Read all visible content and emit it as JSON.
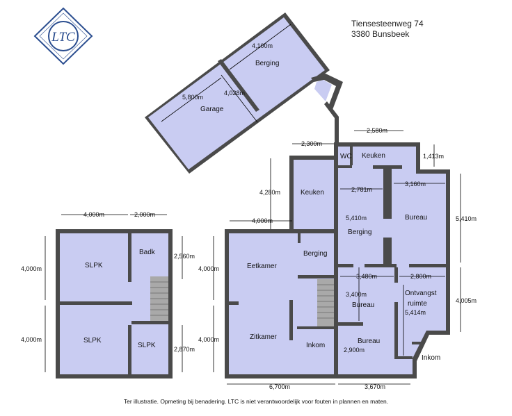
{
  "address": {
    "street": "Tiensesteenweg 74",
    "city": "3380 Bunsbeek"
  },
  "logo": {
    "text": "LTC"
  },
  "footer": "Ter illustratie. Opmeting bij benadering. LTC is niet verantwoordelijk voor fouten in plannen en maten.",
  "colors": {
    "room": "#c9ccf2",
    "wall": "#4a4a4a",
    "stair": "#a9a9a9",
    "logo": "#2a4d8f"
  },
  "rooms": {
    "berging_top": "Berging",
    "garage": "Garage",
    "slpk_1": "SLPK",
    "slpk_2": "SLPK",
    "slpk_3": "SLPK",
    "badk": "Badk",
    "keuken_1": "Keuken",
    "eetkamer": "Eetkamer",
    "berging_mid": "Berging",
    "zitkamer": "Zitkamer",
    "inkom_1": "Inkom",
    "wc": "WC",
    "keuken_2": "Keuken",
    "bureau_1": "Bureau",
    "berging_right": "Berging",
    "bureau_2": "Bureau",
    "ontvangst_1": "Ontvangst",
    "ontvangst_2": "ruimte",
    "bureau_3": "Bureau",
    "inkom_2": "Inkom"
  },
  "dims": {
    "g_4100": "4,100m",
    "g_5800": "5,800m",
    "g_4028": "4,028m",
    "l_4000t": "4,000m",
    "l_2000": "2,000m",
    "l_4000a": "4,000m",
    "l_4000b": "4,000m",
    "l_2560": "2,560m",
    "l_2870": "2,870m",
    "m_2300": "2,300m",
    "m_4280": "4,280m",
    "m_4000t": "4,000m",
    "m_4000a": "4,000m",
    "m_4000b": "4,000m",
    "m_6700": "6,700m",
    "r_2580": "2,580m",
    "r_1413": "1,413m",
    "r_2781": "2,781m",
    "r_3160": "3,160m",
    "r_5410a": "5,410m",
    "r_5410b": "5,410m",
    "r_3480": "3,480m",
    "r_2800": "2,800m",
    "r_3400": "3,400m",
    "r_5414": "5,414m",
    "r_4005": "4,005m",
    "r_2900": "2,900m",
    "r_3670": "3,670m"
  }
}
